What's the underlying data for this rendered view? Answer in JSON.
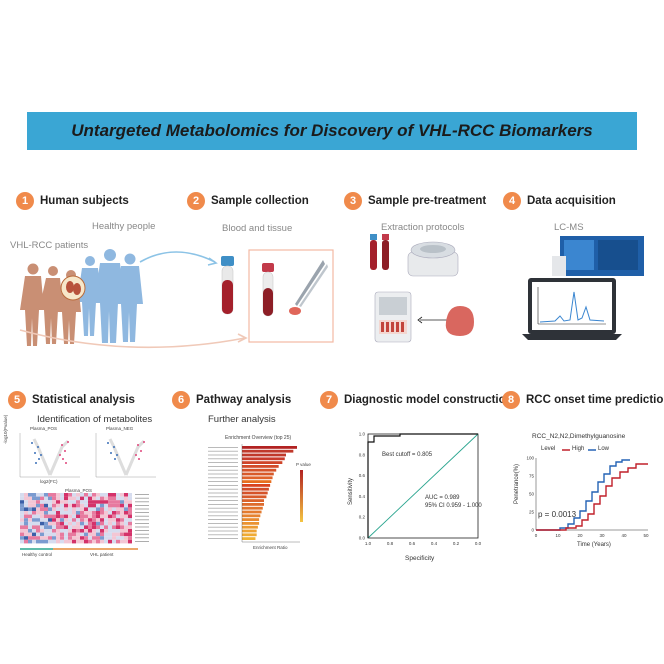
{
  "banner": {
    "title": "Untargeted Metabolomics for Discovery of VHL-RCC Biomarkers"
  },
  "steps": [
    {
      "n": "1",
      "title": "Human subjects"
    },
    {
      "n": "2",
      "title": "Sample collection"
    },
    {
      "n": "3",
      "title": "Sample pre-treatment"
    },
    {
      "n": "4",
      "title": "Data acquisition"
    },
    {
      "n": "5",
      "title": "Statistical analysis"
    },
    {
      "n": "6",
      "title": "Pathway analysis"
    },
    {
      "n": "7",
      "title": "Diagnostic model construction"
    },
    {
      "n": "8",
      "title": "RCC onset time prediction"
    }
  ],
  "subs": {
    "healthy": "Healthy people",
    "vhl": "VHL-RCC patients",
    "blood": "Blood and tissue",
    "extraction": "Extraction protocols",
    "lcms": "LC-MS",
    "identification": "Identification of metabolites",
    "further": "Further analysis"
  },
  "volcano": {
    "left_title": "Plasma_POS",
    "right_title": "Plasma_NEG",
    "xlabel": "log2(FC)",
    "ylabel": "-log10(Pvalue)",
    "heatmap_title": "Plasma_POS",
    "heatmap_left": "Healthy control",
    "heatmap_right": "VHL patient"
  },
  "enrichment": {
    "title": "Enrichment Overview (top 25)",
    "xlabel": "Enrichment Ratio",
    "legend_title": "P value",
    "bars": [
      0.45,
      0.42,
      0.36,
      0.35,
      0.33,
      0.3,
      0.28,
      0.26,
      0.25,
      0.24,
      0.23,
      0.22,
      0.21,
      0.2,
      0.18,
      0.18,
      0.17,
      0.16,
      0.15,
      0.14,
      0.14,
      0.13,
      0.12,
      0.12,
      0.11
    ],
    "colors": [
      "#b22222",
      "#c0392b",
      "#c0392b",
      "#c93a2b",
      "#cf452a",
      "#d24b2a",
      "#d5532a",
      "#d85a2a",
      "#e0622a",
      "#e86f1f",
      "#d9431f",
      "#d14b28",
      "#d5532a",
      "#d85b2b",
      "#db632c",
      "#de6b2d",
      "#e1732e",
      "#e47b2f",
      "#e68330",
      "#e88b31",
      "#ea9332",
      "#ec9b33",
      "#eea334",
      "#efab35",
      "#f0b336"
    ]
  },
  "roc": {
    "best_cutoff": "Best cutoff = 0.805",
    "auc": "AUC = 0.989",
    "ci": "95% CI 0.959 - 1.000",
    "xlabel": "Specificity",
    "ylabel": "Sensitivity",
    "xticks": [
      "1.0",
      "0.8",
      "0.6",
      "0.4",
      "0.2",
      "0.0"
    ],
    "yticks": [
      "0.0",
      "0.2",
      "0.4",
      "0.6",
      "0.8",
      "1.0"
    ]
  },
  "km": {
    "title": "RCC_N2,N2,Dimethylguanosine",
    "legend_level": "Level",
    "legend_high": "High",
    "legend_low": "Low",
    "pvalue": "p = 0.0013",
    "xlabel": "Time (Years)",
    "ylabel": "Penetrance(%)",
    "xticks": [
      "0",
      "10",
      "20",
      "30",
      "40",
      "50"
    ],
    "yticks": [
      "0",
      "25",
      "50",
      "75",
      "100"
    ],
    "high_color": "#c0202a",
    "low_color": "#2563b5"
  },
  "colors": {
    "banner": "#3aa6d4",
    "badge": "#f08a4b"
  }
}
